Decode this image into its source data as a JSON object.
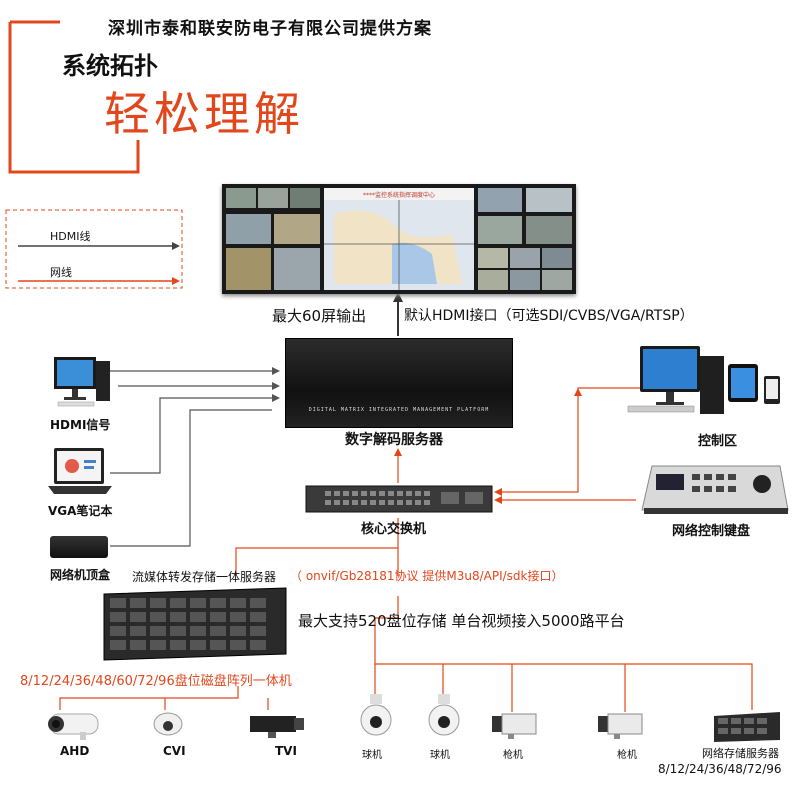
{
  "header": {
    "company": "深圳市泰和联安防电子有限公司提供方案",
    "title_line1": "系统拓扑",
    "title_line2": "轻松理解"
  },
  "legend": {
    "hdmi_label": "HDMI线",
    "network_label": "网线"
  },
  "videowall": {
    "banner": "****监控系统指挥调度中心"
  },
  "output_note": {
    "left": "最大60屏输出",
    "right": "默认HDMI接口（可选SDI/CVBS/VGA/RTSP）"
  },
  "decoder": {
    "panel_text": "DIGITAL MATRIX INTEGRATED MANAGEMENT PLATFORM",
    "label": "数字解码服务器"
  },
  "sources": {
    "hdmi": "HDMI信号",
    "vga": "VGA笔记本",
    "settop": "网络机顶盒"
  },
  "control": {
    "area": "控制区",
    "keyboard": "网络控制键盘"
  },
  "switch": {
    "label": "核心交换机"
  },
  "storage": {
    "title": "流媒体转发存储一体服务器",
    "protocol": "（ onvif/Gb28181协议 提供M3u8/API/sdk接口）",
    "capacity": "最大支持520盘位存储 单台视频接入5000路平台",
    "array": "8/12/24/36/48/60/72/96盘位磁盘阵列一体机"
  },
  "cameras": {
    "ahd": "AHD",
    "cvi": "CVI",
    "tvi": "TVI",
    "dome1": "球机",
    "dome2": "球机",
    "bullet1": "枪机",
    "bullet2": "枪机",
    "nvr": "网络存储服务器",
    "nvr_spec": "8/12/24/36/48/72/96"
  },
  "colors": {
    "accent": "#e2471c",
    "line": "#555555"
  }
}
